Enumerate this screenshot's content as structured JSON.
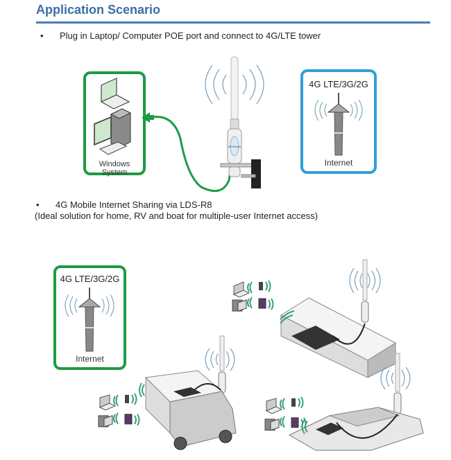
{
  "header": {
    "title": "Application Scenario"
  },
  "scenario1": {
    "bullet": "•",
    "text": "Plug in Laptop/ Computer POE port and connect to 4G/LTE tower",
    "pc_box_label": "Windows System",
    "tower_box_title": "4G LTE/3G/2G",
    "tower_box_label": "Internet",
    "antenna_badge": "4G Router",
    "colors": {
      "green": "#1e9a45",
      "blue": "#2fa0d8"
    }
  },
  "scenario2": {
    "bullet": "•",
    "text": "4G Mobile Internet Sharing via LDS-R8",
    "subtext": "(Ideal solution for home, RV and boat for multiple-user Internet access)",
    "tower_box_title": "4G LTE/3G/2G",
    "tower_box_label": "Internet",
    "scenes": [
      "home",
      "rv",
      "boat"
    ]
  }
}
